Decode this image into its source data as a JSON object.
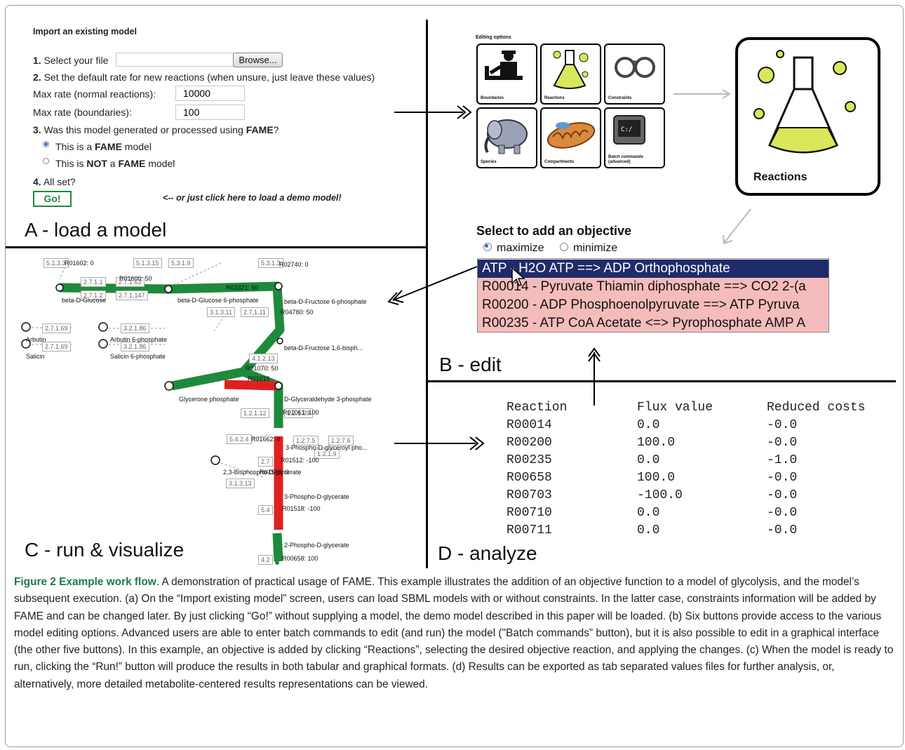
{
  "panelA": {
    "heading": "Import an existing model",
    "step1_num": "1.",
    "step1_text": "Select your file",
    "file_value": "",
    "browse_label": "Browse...",
    "step2_num": "2.",
    "step2_text": "Set the default rate for new reactions (when unsure, just leave these values)",
    "maxrate_normal_label": "Max rate (normal reactions):",
    "maxrate_normal_value": "10000",
    "maxrate_boundaries_label": "Max rate (boundaries):",
    "maxrate_boundaries_value": "100",
    "step3_num": "3.",
    "step3_text_a": "Was this model generated or processed using ",
    "step3_text_b": "FAME",
    "step3_text_c": "?",
    "radio1_a": "This is a ",
    "radio1_b": "FAME",
    "radio1_c": " model",
    "radio2_a": "This is ",
    "radio2_b": "NOT",
    "radio2_c": " a ",
    "radio2_d": "FAME",
    "radio2_e": " model",
    "step4_num": "4.",
    "step4_text": "All set?",
    "go_label": "Go!",
    "demo_hint": "<-- or just click here to load a demo model!",
    "label": "A - load a model"
  },
  "panelB": {
    "editing_options": "Editing options",
    "buttons": [
      "Boundaries",
      "Reactions",
      "Constraints",
      "Species",
      "Compartments",
      "Batch commands (advanced)"
    ],
    "big_label": "Reactions",
    "objective_title": "Select to add an objective",
    "maximize": "maximize",
    "minimize": "minimize",
    "rows": [
      "ATP - H2O ATP ==> ADP Orthophosphate",
      "R00014 - Pyruvate Thiamin diphosphate ==> CO2 2-(a",
      "R00200 - ADP Phosphoenolpyruvate ==> ATP Pyruva",
      "R00235 - ATP CoA Acetate <=> Pyrophosphate AMP A"
    ],
    "label": "B - edit"
  },
  "panelC": {
    "boxes": [
      "5.1.3.3",
      "5.1.3.15",
      "5.3.1.9",
      "5.3.1.3",
      "2.7.1.1",
      "2.7.1.63",
      "2.7.1.2",
      "2.7.1.147",
      "3.1.3.11",
      "2.7.1.11",
      "2.7.1.69",
      "3.2.1.86",
      "2.7.1.69",
      "3.2.1.86",
      "4.1.2.13",
      "1.2.1.12",
      "1.2.1.59",
      "5.4.2.4",
      "1.2.7.5",
      "1.2.7.6",
      "1.2.1.9",
      "2.7",
      "3.1.3.13",
      "5.4",
      "4.2"
    ],
    "reactions": [
      "R01602: 0",
      "R02740: 0",
      "R01600: 50",
      "R03321: 50",
      "R04780: 50",
      "R01070: 50",
      "R01015",
      "R01061: 100",
      "R01662: 0",
      "R01512: -100",
      "R01516: 0",
      "R01518: -100",
      "R00658: 100"
    ],
    "metabolites": [
      "beta-D-Glucose",
      "beta-D-Glucose 6-phosphate",
      "beta-D-Fructose 6-phosphate",
      "Arbutin",
      "Arbutin 6-phosphate",
      "Salicin",
      "Salicin 6-phosphate",
      "beta-D-Fructose 1,6-bisph...",
      "Glycerone phosphate",
      "D-Glyceraldehyde 3-phosphate",
      "3-Phospho-D-glyceroyl pho...",
      "2,3-Bisphospho-D-glycerate",
      "3-Phospho-D-glycerate",
      "2-Phospho-D-glycerate"
    ],
    "label": "C - run & visualize"
  },
  "panelD": {
    "headers": [
      "Reaction",
      "Flux value",
      "Reduced costs"
    ],
    "rows": [
      [
        "R00014",
        "0.0",
        "-0.0"
      ],
      [
        "R00200",
        "100.0",
        "-0.0"
      ],
      [
        "R00235",
        "0.0",
        "-1.0"
      ],
      [
        "R00658",
        "100.0",
        "-0.0"
      ],
      [
        "R00703",
        "-100.0",
        "-0.0"
      ],
      [
        "R00710",
        "0.0",
        "-0.0"
      ],
      [
        "R00711",
        "0.0",
        "-0.0"
      ]
    ],
    "label": "D - analyze"
  },
  "caption": {
    "title": "Figure 2 Example work flow",
    "body": ". A demonstration of practical usage of FAME. This example illustrates the addition of an objective function to a model of glycolysis, and the model’s subsequent execution. (a) On the “Import existing model” screen, users can load SBML models with or without constraints. In the latter case, constraints information will be added by FAME and can be changed later. By just clicking “Go!” without supplying a model, the demo model described in this paper will be loaded. (b) Six buttons provide access to the various model editing options. Advanced users are able to enter batch commands to edit (and run) the model (\"Batch commands” button), but it is also possible to edit in a graphical interface (the other five buttons). In this example, an objective is added by clicking “Reactions”, selecting the desired objective reaction, and applying the changes. (c) When the model is ready to run, clicking the “Run!” button will produce the results in both tabular and graphical formats. (d) Results can be exported as tab separated values files for further analysis, or, alternatively, more detailed metabolite-centered results representations can be viewed."
  },
  "colors": {
    "flux_positive": "#1e8a3b",
    "flux_negative": "#e02020",
    "go_green": "#1e8a3b",
    "caption_title": "#1e7a4a"
  }
}
